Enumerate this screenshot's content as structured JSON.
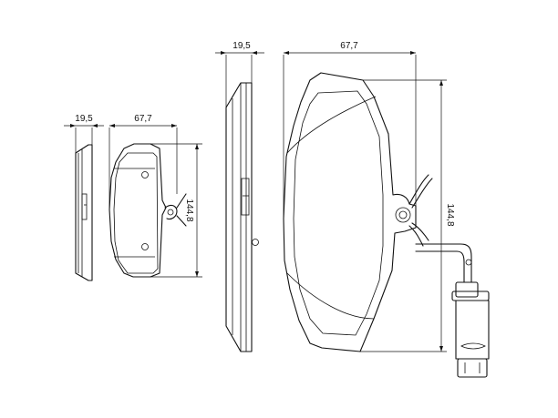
{
  "small_view": {
    "thickness_label": "19,5",
    "width_label": "67,7",
    "height_label": "144,8"
  },
  "large_view": {
    "thickness_label": "19,5",
    "width_label": "67,7",
    "height_label": "144,8"
  }
}
